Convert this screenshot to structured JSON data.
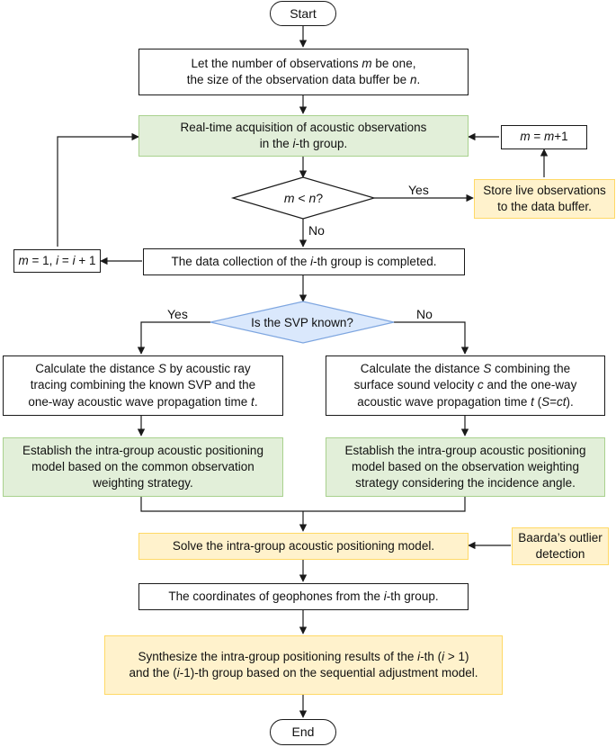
{
  "start": "Start",
  "end": "End",
  "init": {
    "line1": {
      "pre": "Let the number of observations ",
      "var": "m",
      "post": " be one,"
    },
    "line2": {
      "pre": "the size of the observation data buffer be ",
      "var": "n",
      "post": "."
    }
  },
  "acquire": {
    "line1": "Real-time acquisition of acoustic observations",
    "line2": {
      "pre": "in the ",
      "var": "i",
      "post": "-th group."
    }
  },
  "increment_m": {
    "a": "m",
    "mid": " = ",
    "b": "m",
    "post": "+1"
  },
  "decision_m": {
    "a": "m",
    "mid": " < ",
    "b": "n",
    "post": "?"
  },
  "store": {
    "line1": "Store live observations",
    "line2": "to the data buffer."
  },
  "yes_label": "Yes",
  "no_label": "No",
  "reset": {
    "a": "m",
    "b": " = 1, ",
    "c": "i",
    "d": " = ",
    "e": "i",
    "f": " + 1"
  },
  "completed": {
    "pre": "The data collection of the ",
    "var": "i",
    "post": "-th group is completed."
  },
  "decision_svp": "Is the SVP known?",
  "left_calc": {
    "line1": {
      "pre": "Calculate the distance ",
      "var": "S",
      "post": " by acoustic ray"
    },
    "line2": "tracing combining the known SVP and the",
    "line3": {
      "pre": "one-way acoustic wave propagation time ",
      "var": "t",
      "post": "."
    }
  },
  "right_calc": {
    "line1": {
      "pre": "Calculate the distance ",
      "var": "S",
      "post": " combining the"
    },
    "line2": {
      "pre": "surface sound velocity ",
      "var": "c",
      "post": " and the one-way"
    },
    "line3": {
      "pre": "acoustic wave propagation time ",
      "var": "t",
      "mid": " (",
      "var2": "S",
      "mid2": "=",
      "var3": "ct",
      "post": ")."
    }
  },
  "left_model": {
    "line1": "Establish the intra-group acoustic positioning",
    "line2": "model based on the common observation",
    "line3": "weighting strategy."
  },
  "right_model": {
    "line1": "Establish the intra-group acoustic positioning",
    "line2": "model based on the observation weighting",
    "line3": "strategy considering the incidence angle."
  },
  "solve": "Solve the intra-group acoustic positioning model.",
  "baarda": {
    "line1": "Baarda’s outlier",
    "line2": "detection"
  },
  "coords": {
    "pre": "The coordinates of geophones from the ",
    "var": "i",
    "post": "-th group."
  },
  "synth": {
    "line1": {
      "pre": "Synthesize the intra-group positioning results of the ",
      "var": "i",
      "mid": "-th (",
      "var2": "i",
      "post": " > 1)"
    },
    "line2": {
      "pre": "and the (",
      "var": "i",
      "post": "-1)-th group based on the sequential adjustment model."
    }
  },
  "colors": {
    "green_fill": "#e2efd9",
    "green_border": "#a9d18e",
    "yellow_fill": "#fff2cc",
    "yellow_border": "#ffd966",
    "decision_fill": "#dae8fc",
    "decision_border": "#7ea6e0",
    "line": "#1a1a1a"
  }
}
